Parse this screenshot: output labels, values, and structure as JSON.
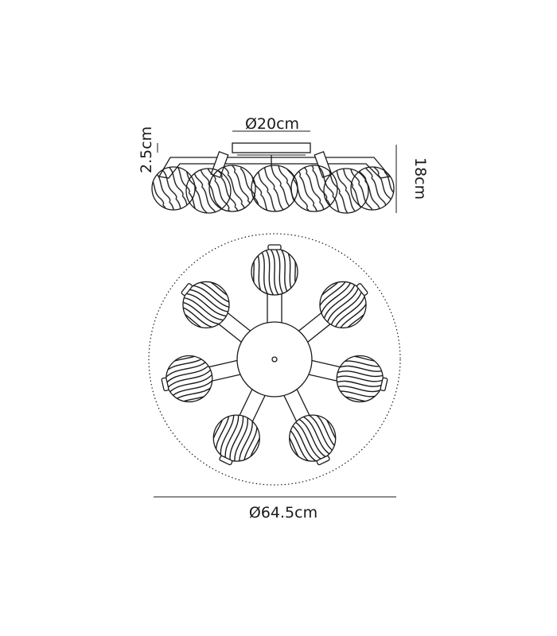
{
  "dimensions": {
    "canopy_diameter": "Ø20cm",
    "overall_height": "18cm",
    "canopy_depth": "2.5cm",
    "overall_diameter": "Ø64.5cm"
  },
  "colors": {
    "line": "#1a1a1a",
    "background": "#ffffff"
  },
  "fixture": {
    "arm_count": 7
  }
}
